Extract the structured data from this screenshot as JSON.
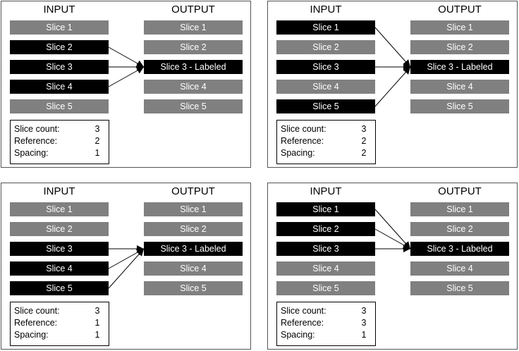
{
  "labels": {
    "input_header": "INPUT",
    "output_header": "OUTPUT",
    "slice_count_label": "Slice count:",
    "reference_label": "Reference:",
    "spacing_label": "Spacing:"
  },
  "colors": {
    "selected": "#000000",
    "unselected": "#808080",
    "text": "#ffffff"
  },
  "panels": [
    {
      "input": [
        "Slice 1",
        "Slice 2",
        "Slice 3",
        "Slice 4",
        "Slice 5"
      ],
      "input_selected": [
        false,
        true,
        true,
        true,
        false
      ],
      "output": [
        "Slice 1",
        "Slice 2",
        "Slice 3 - Labeled",
        "Slice 4",
        "Slice 5"
      ],
      "output_selected": [
        false,
        false,
        true,
        false,
        false
      ],
      "arrows_from": [
        2,
        3,
        4
      ],
      "arrow_to": 3,
      "slice_count": "3",
      "reference": "2",
      "spacing": "1"
    },
    {
      "input": [
        "Slice 1",
        "Slice 2",
        "Slice 3",
        "Slice 4",
        "Slice 5"
      ],
      "input_selected": [
        true,
        false,
        true,
        false,
        true
      ],
      "output": [
        "Slice 1",
        "Slice 2",
        "Slice 3 - Labeled",
        "Slice 4",
        "Slice 5"
      ],
      "output_selected": [
        false,
        false,
        true,
        false,
        false
      ],
      "arrows_from": [
        1,
        3,
        5
      ],
      "arrow_to": 3,
      "slice_count": "3",
      "reference": "2",
      "spacing": "2"
    },
    {
      "input": [
        "Slice 1",
        "Slice 2",
        "Slice 3",
        "Slice 4",
        "Slice 5"
      ],
      "input_selected": [
        false,
        false,
        true,
        true,
        true
      ],
      "output": [
        "Slice 1",
        "Slice 2",
        "Slice 3 - Labeled",
        "Slice 4",
        "Slice 5"
      ],
      "output_selected": [
        false,
        false,
        true,
        false,
        false
      ],
      "arrows_from": [
        3,
        4,
        5
      ],
      "arrow_to": 3,
      "slice_count": "3",
      "reference": "1",
      "spacing": "1"
    },
    {
      "input": [
        "Slice 1",
        "Slice 2",
        "Slice 3",
        "Slice 4",
        "Slice 5"
      ],
      "input_selected": [
        true,
        true,
        true,
        false,
        false
      ],
      "output": [
        "Slice 1",
        "Slice 2",
        "Slice 3 - Labeled",
        "Slice 4",
        "Slice 5"
      ],
      "output_selected": [
        false,
        false,
        true,
        false,
        false
      ],
      "arrows_from": [
        1,
        2,
        3
      ],
      "arrow_to": 3,
      "slice_count": "3",
      "reference": "3",
      "spacing": "1"
    }
  ]
}
